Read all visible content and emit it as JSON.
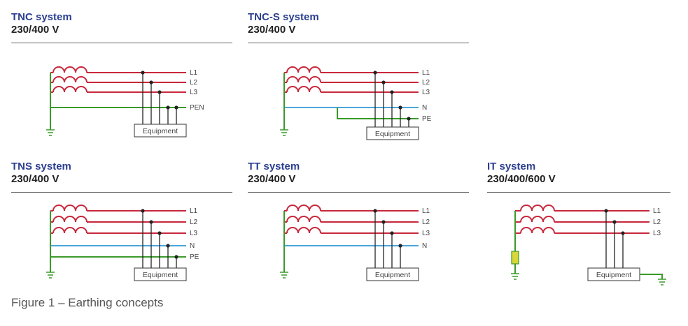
{
  "panels": [
    {
      "id": "tnc",
      "title": "TNC system",
      "voltage": "230/400 V",
      "labels": [
        "L1",
        "L2",
        "L3",
        "PEN"
      ],
      "equipment": "Equipment"
    },
    {
      "id": "tncs",
      "title": "TNC-S system",
      "voltage": "230/400 V",
      "labels": [
        "L1",
        "L2",
        "L3",
        "N",
        "PE"
      ],
      "equipment": "Equipment"
    },
    {
      "id": "tns",
      "title": "TNS system",
      "voltage": "230/400 V",
      "labels": [
        "L1",
        "L2",
        "L3",
        "N",
        "PE"
      ],
      "equipment": "Equipment"
    },
    {
      "id": "tt",
      "title": "TT system",
      "voltage": "230/400 V",
      "labels": [
        "L1",
        "L2",
        "L3",
        "N"
      ],
      "equipment": "Equipment"
    },
    {
      "id": "it",
      "title": "IT system",
      "voltage": "230/400/600 V",
      "labels": [
        "L1",
        "L2",
        "L3"
      ],
      "equipment": "Equipment"
    }
  ],
  "caption": "Figure 1 – Earthing concepts",
  "colors": {
    "phase": "#c8283c",
    "earth": "#3a9a2a",
    "neutral": "#4aa6da",
    "wire": "#222222",
    "title": "#2b3f8f",
    "impedance": "#d9d63a"
  }
}
